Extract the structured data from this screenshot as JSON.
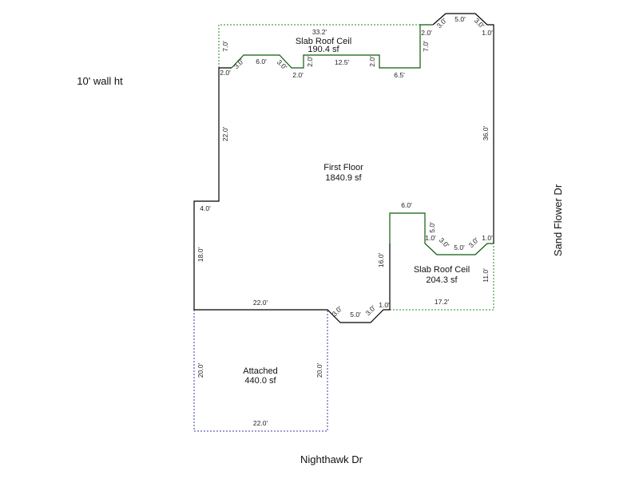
{
  "wall_height_note": "10' wall ht",
  "streets": {
    "south": "Nighthawk Dr",
    "east": "Sand Flower Dr"
  },
  "colors": {
    "wall": "#000000",
    "slab_outline": "#1b8a1b",
    "slab_wall": "#0a5c0a",
    "attached_outline": "#3a3aa8"
  },
  "areas": {
    "first_floor": {
      "name": "First Floor",
      "area": "1840.9 sf"
    },
    "slab_top": {
      "name": "Slab Roof Ceil",
      "area": "190.4 sf"
    },
    "slab_right": {
      "name": "Slab Roof Ceil",
      "area": "204.3 sf"
    },
    "attached": {
      "name": "Attached",
      "area": "440.0 sf"
    }
  },
  "dimensions": {
    "top_span": "33.2'",
    "top_left_rise": "7.0'",
    "top_left_step": "2.0'",
    "top_bay_diag_left": "3.0'",
    "top_bay_mid": "6.0'",
    "top_bay_diag_right": "3.0'",
    "top_step_2": "2.0'",
    "top_notch_left": "2.0'",
    "top_notch_span": "12.5'",
    "top_notch_right": "2.0'",
    "top_right_step": "6.5'",
    "top_right_rise": "7.0'",
    "top_right_step_2": "2.0'",
    "ne_bay_diag_left": "3.0'",
    "ne_bay_mid": "5.0'",
    "ne_bay_diag_right": "3.0'",
    "ne_bay_end": "1.0'",
    "east_wall": "36.0'",
    "west_upper_wall": "22.0'",
    "west_jog": "4.0'",
    "west_lower_wall": "18.0'",
    "south_wall": "22.0'",
    "south_bay_diag_left": "3.0'",
    "south_bay_mid": "5.0'",
    "south_bay_diag_right": "3.0'",
    "south_bay_end": "1.0'",
    "inner_notch_top": "6.0'",
    "inner_notch_drop": "5.0'",
    "inner_notch_step": "1.0'",
    "inner_bay_diag_left": "3.0'",
    "inner_bay_mid": "5.0'",
    "inner_bay_diag_right": "3.0'",
    "inner_bay_end": "1.0'",
    "inner_wall": "16.0'",
    "slab_right_side": "11.0'",
    "slab_right_bottom": "17.2'",
    "attached_left": "20.0'",
    "attached_right": "20.0'",
    "attached_bottom": "22.0'"
  }
}
